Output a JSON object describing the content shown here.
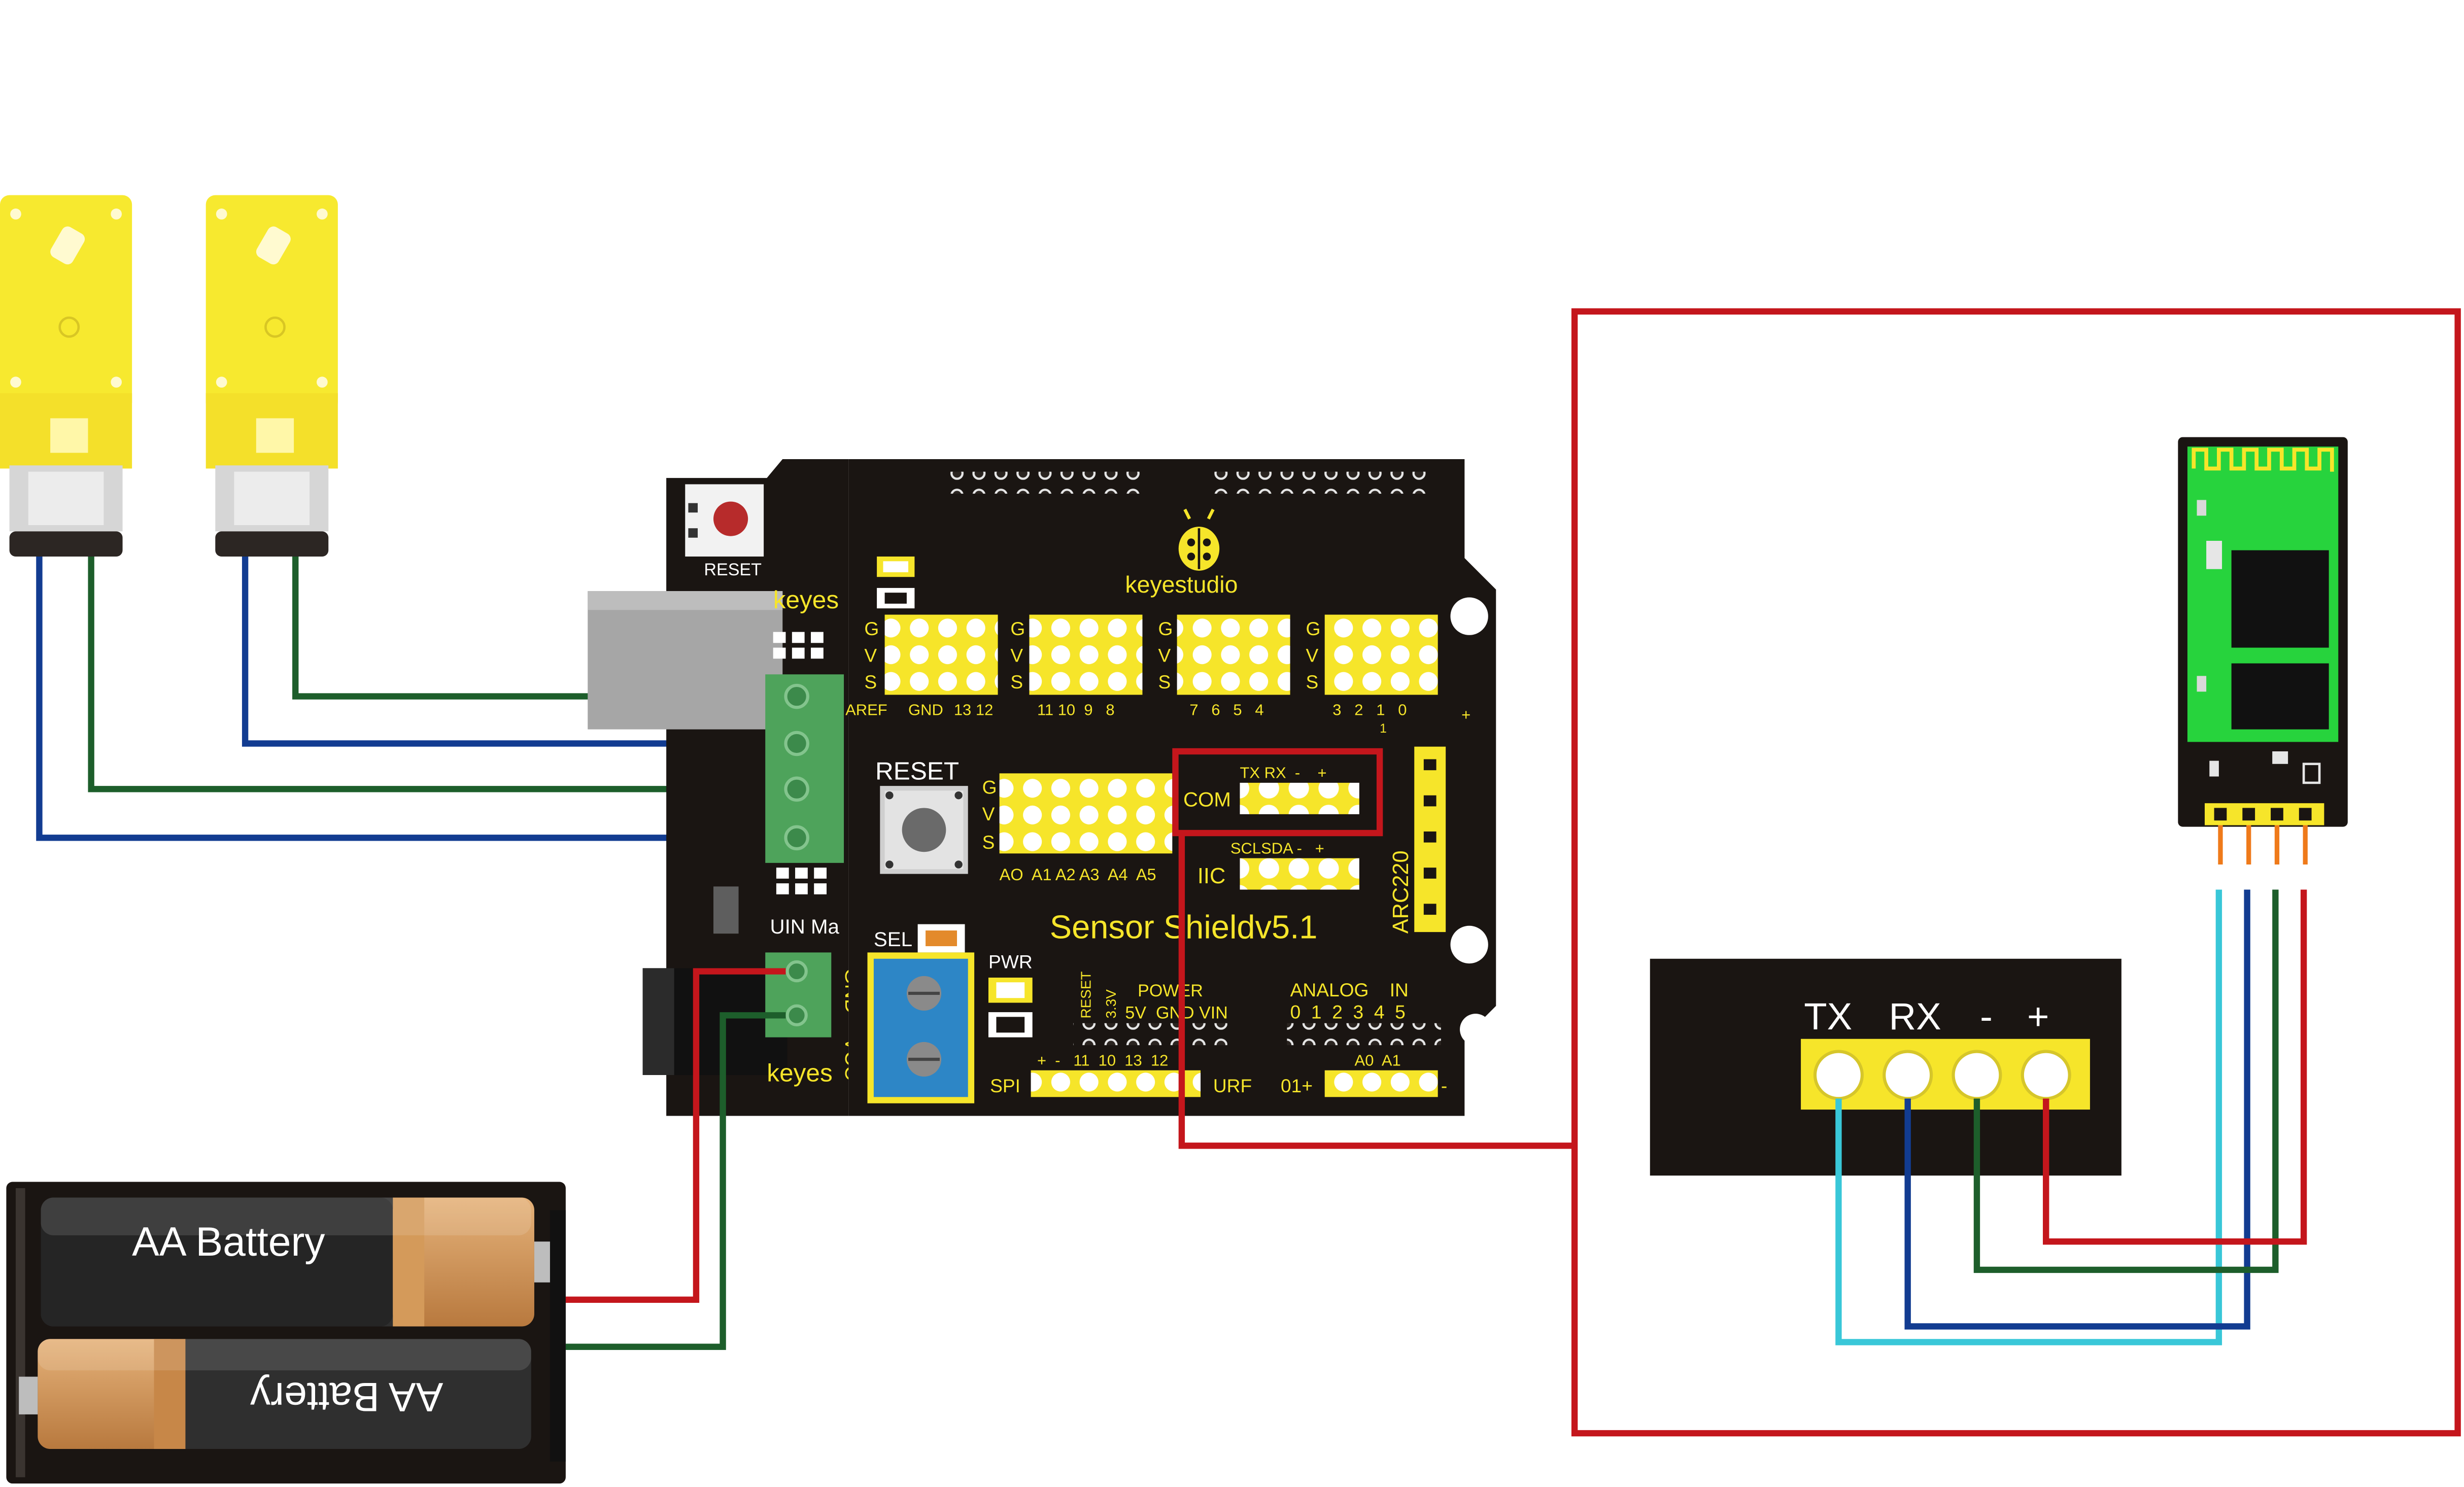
{
  "shield": {
    "brand": "keyestudio",
    "brand_partial_top": "keyes",
    "brand_partial_bottom": "keyes",
    "reset_small": "RESET",
    "reset_big": "RESET",
    "title": "Sensor Shieldv5.1",
    "g": "G",
    "v": "V",
    "s": "S",
    "aref": "AREF",
    "gnd": "GND",
    "pins_13_12": "13 12",
    "pins_11_8": "11 10  9   8",
    "pins_7_4": "7   6   5   4",
    "pins_3_0": "3   2   1   0",
    "analog_pins": "AO  A1 A2 A3  A4  A5",
    "com": "COM",
    "com_pins": "TX RX  -    +",
    "iic": "IIC",
    "iic_pins": "SCLSDA -   +",
    "arc": "ARC220",
    "sel": "SEL",
    "pwr": "PWR",
    "power_label": "POWER",
    "power_pins": "5V  GND VIN",
    "reset_vert": "RESET",
    "v33": "3.3V",
    "analog_in": "ANALOG    IN",
    "analog_nums": "0  1  2  3  4  5",
    "spi": "SPI",
    "spi_pins": "+  -   11  10  13  12",
    "urf": "URF",
    "a0a1": "A0  A1",
    "zero_one": "01+",
    "uin": "UIN Ma",
    "gnd_vert": "GND",
    "vcc_vert": "VCC",
    "plus": "+",
    "minus": "-",
    "one": "1"
  },
  "batteries": {
    "top_label": "AA Battery",
    "bottom_label": "AA Battery"
  },
  "bluetooth_header": {
    "tx": "TX",
    "rx": "RX",
    "minus": "-",
    "plus": "+"
  },
  "colors": {
    "board": "#1a1512",
    "pin_yellow": "#f6e52a",
    "motor_yellow": "#f7e92f",
    "wire_red": "#c4161c",
    "wire_green": "#1d5e2b",
    "wire_blue": "#123c91",
    "wire_cyan": "#39c7d8",
    "wire_orange": "#ef7a1a",
    "terminal_green": "#4ea35b",
    "bt_pcb": "#27d33d",
    "frame_red": "#c4161c"
  }
}
